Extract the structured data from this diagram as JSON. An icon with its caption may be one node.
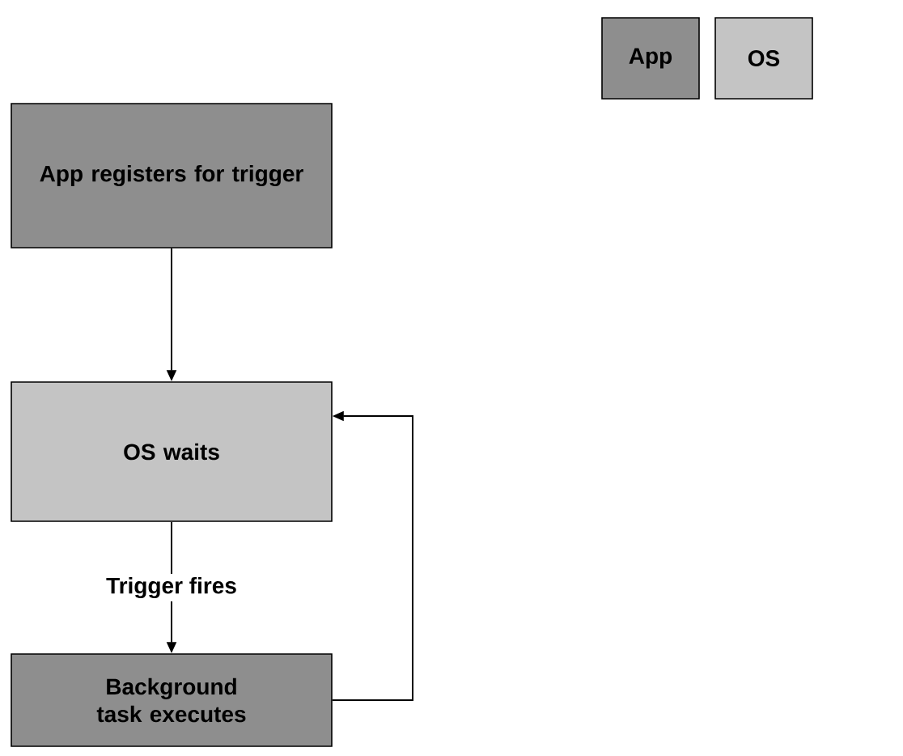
{
  "diagram": {
    "nodes": [
      {
        "text": [
          "App registers for trigger"
        ]
      },
      {
        "text": [
          "OS waits"
        ]
      },
      {
        "text": [
          "Background task executes"
        ]
      }
    ],
    "edges": [
      {
        "from": 0,
        "to": 1,
        "arrow": "to"
      },
      {
        "from": 1,
        "to": 2,
        "arrow": "to",
        "label": "Trigger fires"
      },
      {
        "from": 2,
        "to": 1,
        "arrow": "to"
      }
    ],
    "legend": [
      {
        "text": "App",
        "color": "#8e8e8e"
      },
      {
        "text": "OS",
        "color": "#c4c4c4"
      }
    ]
  }
}
